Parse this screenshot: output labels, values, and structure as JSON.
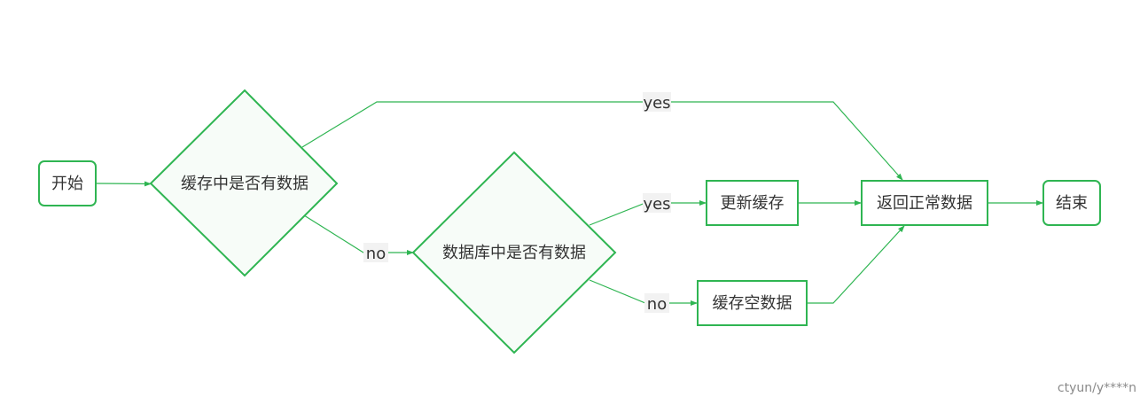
{
  "nodes": {
    "start": "开始",
    "cache_check": "缓存中是否有数据",
    "db_check": "数据库中是否有数据",
    "update_cache": "更新缓存",
    "cache_empty": "缓存空数据",
    "return_data": "返回正常数据",
    "end": "结束"
  },
  "edges": {
    "cache_yes": "yes",
    "cache_no": "no",
    "db_yes": "yes",
    "db_no": "no"
  },
  "colors": {
    "stroke": "#2fb552",
    "diamond_fill": "#f7fcf8",
    "text": "#333333"
  },
  "watermark": "ctyun/y****n"
}
